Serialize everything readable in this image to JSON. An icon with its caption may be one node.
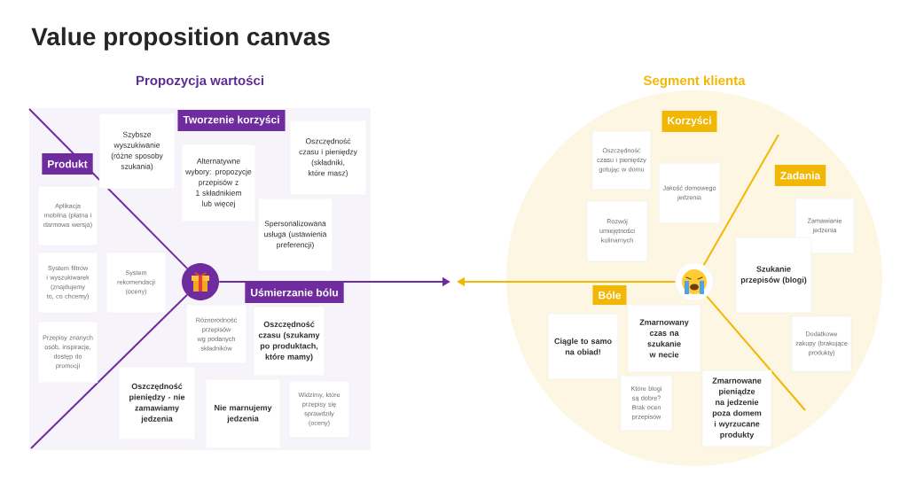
{
  "diagram": {
    "title": "Value proposition canvas",
    "nodes": [
      {
        "text": [
          "Propozycja wartości"
        ]
      },
      {
        "text": [
          "Produkt"
        ],
        "in": 0
      },
      {
        "text": [
          "Szybsze wyszukiwanie (różne sposoby szukania)"
        ],
        "in": 0
      },
      {
        "text": [
          "Tworzenie korzyści"
        ],
        "in": 0
      },
      {
        "text": [
          "Alternatywne wybory: propozycje przepisów z 1 składnikiem lub więcej"
        ],
        "in": 0
      },
      {
        "text": [
          "Oszczędność czasu i pieniędzy (składniki, które masz)"
        ],
        "in": 0
      },
      {
        "text": [
          "Aplikacja mobilna (płatna i darmowa wersja)"
        ],
        "in": 0
      },
      {
        "text": [
          "Spersonalizowana usługa (ustawienia preferencji)"
        ],
        "in": 0
      },
      {
        "text": [
          "System filtrów i wyszukiwarek (znajdujemy to, co chcemy)"
        ],
        "in": 0
      },
      {
        "text": [
          "System rekomendacji (oceny)"
        ],
        "in": 0
      },
      {
        "text": [],
        "shape": "picture",
        "in": 0
      },
      {
        "text": [
          "Uśmierzanie bólu"
        ],
        "in": 0
      },
      {
        "text": [
          "Różnorodność przepisów wg podanych składników"
        ],
        "in": 0
      },
      {
        "text": [
          "Oszczędność czasu (szukamy po produktach, które mamy)"
        ],
        "in": 0
      },
      {
        "text": [
          "Przepisy znanych osób, inspiracje, dostęp do promocji"
        ],
        "in": 0
      },
      {
        "text": [
          "Oszczędność pieniędzy - nie zamawiamy jedzenia"
        ],
        "in": 0
      },
      {
        "text": [
          "Nie marnujemy jedzenia"
        ],
        "in": 0
      },
      {
        "text": [
          "Widzimy, które przepisy się sprawdziły (oceny)"
        ],
        "in": 0
      },
      {
        "text": [
          "Segment klienta"
        ]
      },
      {
        "text": [
          "Korzyści"
        ],
        "in": 18
      },
      {
        "text": [
          "Oszczędność czasu i pieniędzy gotując w domu"
        ],
        "in": 18
      },
      {
        "text": [
          "Jakość domowego jedzenia"
        ],
        "in": 18
      },
      {
        "text": [
          "Zadania"
        ],
        "in": 18
      },
      {
        "text": [
          "Zamawianie jedzenia"
        ],
        "in": 18
      },
      {
        "text": [
          "Rozwój umiejętności kulinarnych"
        ],
        "in": 18
      },
      {
        "text": [
          "Szukanie przepisów (blogi)"
        ],
        "in": 18
      },
      {
        "text": [],
        "shape": "picture",
        "in": 18
      },
      {
        "text": [
          "Bóle"
        ],
        "in": 18
      },
      {
        "text": [
          "Zmarnowany czas na szukanie w necie"
        ],
        "in": 18
      },
      {
        "text": [
          "Dodatkowe zakupy (brakujące produkty)"
        ],
        "in": 18
      },
      {
        "text": [
          "Ciągle to samo na obiad!"
        ],
        "in": 18
      },
      {
        "text": [
          "Które blogi są dobre? Brak ocen przepisów"
        ],
        "in": 18
      },
      {
        "text": [
          "Zmarnowane pieniądze na jedzenie poza domem i wyrzucane produkty"
        ],
        "in": 18
      }
    ],
    "edges": [
      {
        "from": 10,
        "to": null,
        "arrow": "to",
        "color": "#6f2c9f"
      },
      {
        "from": 26,
        "to": null,
        "arrow": "to",
        "color": "#f2b705"
      }
    ]
  }
}
